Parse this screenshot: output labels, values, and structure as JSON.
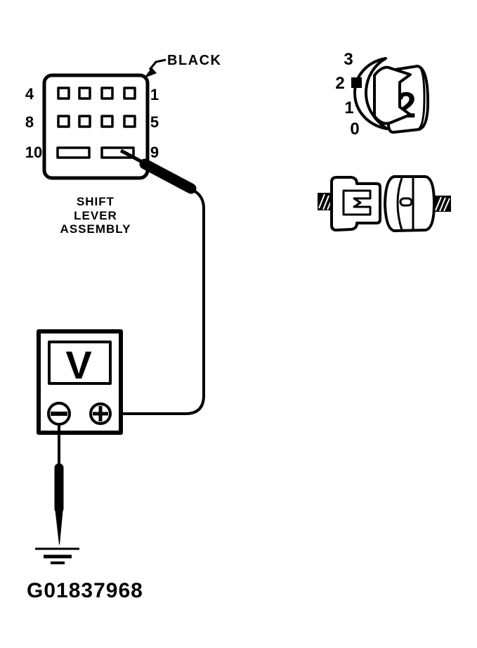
{
  "figure": {
    "id_code": "G01837968",
    "background_color": "#ffffff",
    "ink_color": "#000000"
  },
  "shift_lever_connector": {
    "wire_color_label": "BLACK",
    "caption_lines": [
      "SHIFT",
      "LEVER",
      "ASSEMBLY"
    ],
    "pin_labels_left": [
      "4",
      "8",
      "10"
    ],
    "pin_labels_right": [
      "1",
      "5",
      "9"
    ]
  },
  "voltmeter": {
    "display_symbol": "V",
    "icons": {
      "negative_terminal": "minus-in-circle",
      "positive_terminal": "plus-in-circle",
      "ground": "earth-ground-symbol"
    }
  },
  "range_selector": {
    "scale_labels": [
      "3",
      "2",
      "1",
      "0"
    ],
    "selected_value": "2"
  }
}
